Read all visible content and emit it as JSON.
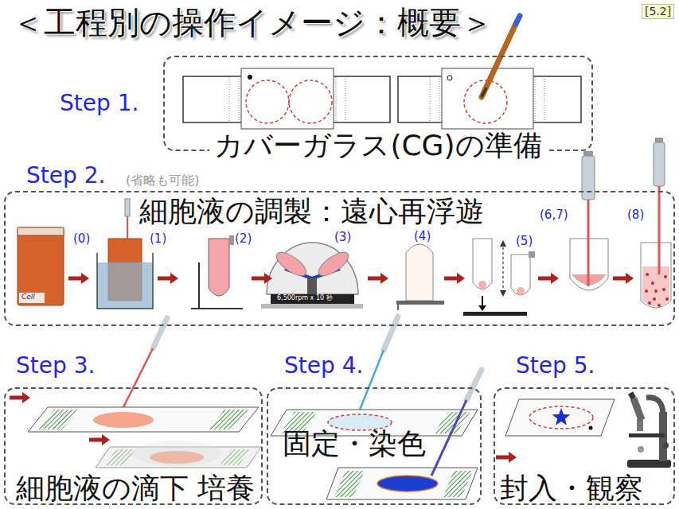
{
  "diagram": {
    "title": "＜工程別の操作イメージ：概要＞",
    "nodes": [
      {
        "text": [
          "Step 1.",
          "カバーガラス(CG)の準備"
        ]
      },
      {
        "text": [
          "Step 2.",
          "(省略も可能)",
          "細胞液の調製：遠心再浮遊"
        ]
      },
      {
        "text": [
          "Step 3.",
          "細胞液の滴下 培養"
        ]
      },
      {
        "text": [
          "Step 4.",
          "固定・染色"
        ]
      },
      {
        "text": [
          "Step 5.",
          "封入・観察"
        ]
      }
    ],
    "labels": [
      "[5.2]",
      "(0)",
      "(1)",
      "(2)",
      "(3)",
      "(4)",
      "(5)",
      "(6,7)",
      "(8)",
      "6,500rpm x 10 秒",
      "Cell"
    ]
  }
}
